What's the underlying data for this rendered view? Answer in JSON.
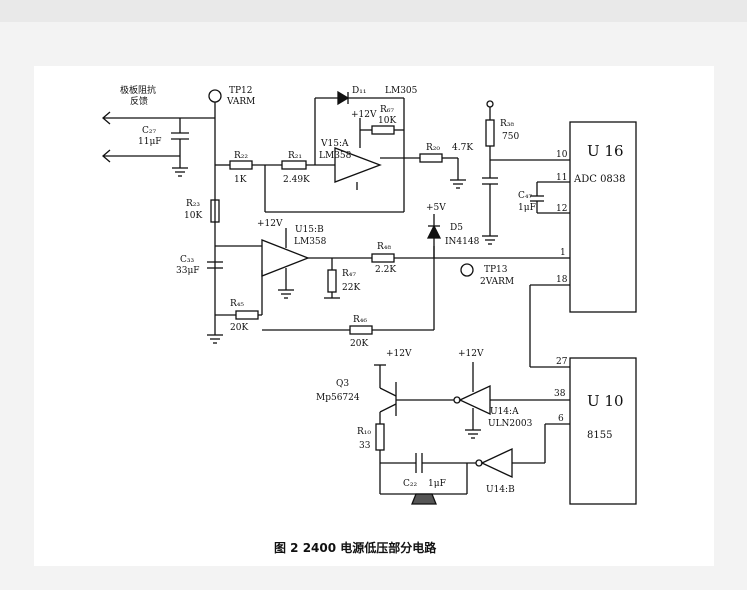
{
  "caption": "图 2   2400 电源低压部分电路",
  "labels": {
    "feedback": "极板阻抗",
    "feedback2": "反馈",
    "tp12": "TP12",
    "varm": "VARM",
    "c27": "C₂₇",
    "c27v": "11μF",
    "d11": "D₁₁",
    "lm305": "LM305",
    "vcc1": "+12V",
    "r67": "R₆₇",
    "r67v": "10K",
    "v15a": "V15:A",
    "lm358a": "LM358",
    "r22": "R₂₂",
    "r22v": "1K",
    "r21": "R₂₁",
    "r21v": "2.49K",
    "r20": "R₂₀",
    "r20v": "4.7K",
    "r23": "R₂₃",
    "r23v": "10K",
    "vcc2": "+12V",
    "u15b": "U15:B",
    "lm358b": "LM358",
    "c33": "C₃₃",
    "c33v": "33μF",
    "r47": "R₄₇",
    "r47v": "22K",
    "r48": "R₄₈",
    "r48v": "2.2K",
    "v5": "+5V",
    "d5": "D5",
    "d5v": "IN4148",
    "tp13": "TP13",
    "varm2": "2VARM",
    "r45": "R₄₅",
    "r45v": "20K",
    "r46": "R₄₆",
    "r46v": "20K",
    "r38": "R₃₈",
    "r38v": "750",
    "c47": "C₄₇",
    "c47v": "1μF",
    "u16": "U 16",
    "adc": "ADC 0838",
    "p10": "10",
    "p11": "11",
    "p12": "12",
    "p1": "1",
    "p18": "18",
    "vcc3": "+12V",
    "vcc4": "+12V",
    "q3": "Q3",
    "q3v": "Mp56724",
    "r10": "R₁₀",
    "r10v": "33",
    "c22": "C₂₂",
    "c22v": "1μF",
    "u14a": "U14:A",
    "uln": "ULN2003",
    "u14b": "U14:B",
    "u10": "U 10",
    "i8155": "8155",
    "p27": "27",
    "p38": "38",
    "p6": "6"
  }
}
